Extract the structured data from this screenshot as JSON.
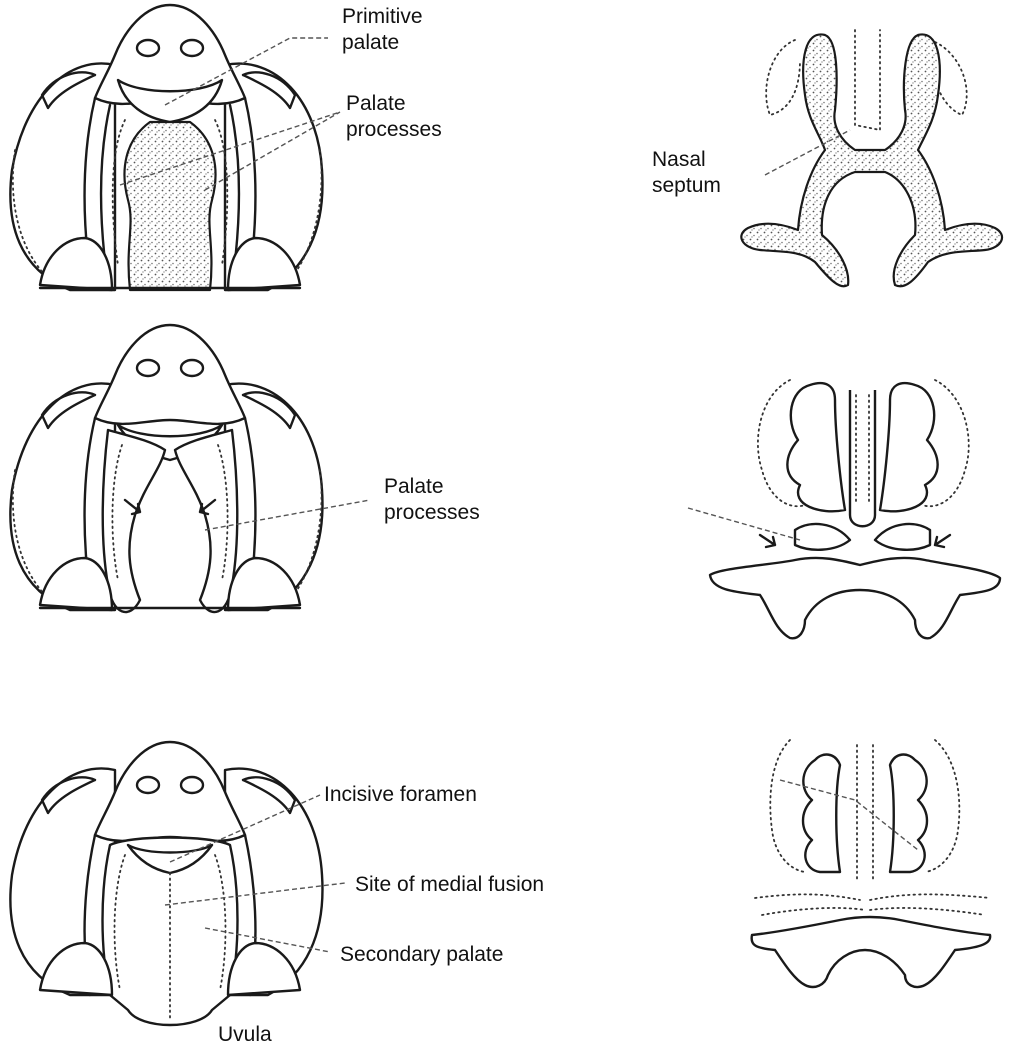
{
  "labels": {
    "primitive_palate_1": "Primitive",
    "primitive_palate_2": "palate",
    "palate_processes_top_1": "Palate",
    "palate_processes_top_2": "processes",
    "nasal_septum_1": "Nasal",
    "nasal_septum_2": "septum",
    "palate_processes_mid_1": "Palate",
    "palate_processes_mid_2": "processes",
    "incisive_foramen": "Incisive foramen",
    "site_of_medial_fusion": "Site of medial fusion",
    "secondary_palate": "Secondary palate",
    "uvula": "Uvula"
  }
}
